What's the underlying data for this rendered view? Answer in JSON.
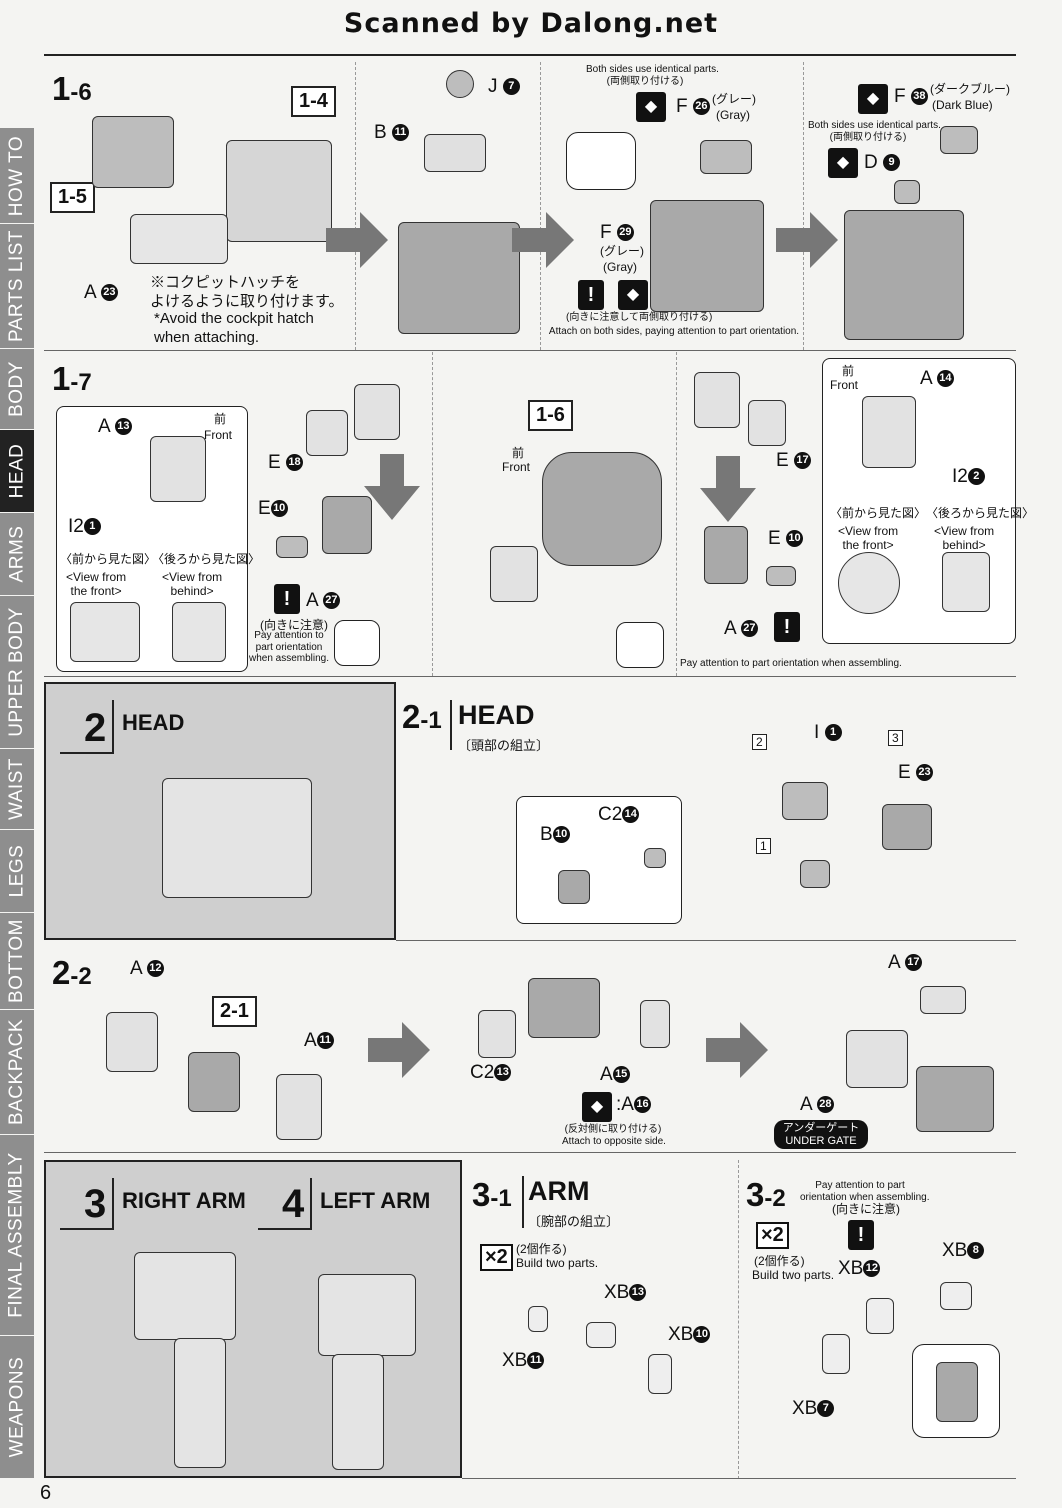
{
  "watermark": "Scanned by Dalong.net",
  "page_number": "6",
  "sidebar": [
    "HOW TO",
    "PARTS LIST",
    "BODY",
    "HEAD",
    "ARMS",
    "UPPER BODY",
    "WAIST",
    "LEGS",
    "BOTTOM",
    "BACKPACK",
    "FINAL ASSEMBLY",
    "WEAPONS"
  ],
  "step_1_6": {
    "step": "1",
    "sub": "-6",
    "ref_a": "1-4",
    "ref_b": "1-5",
    "part_a23": "A",
    "n_a23": "23",
    "note_jp": "※コクピットハッチを\nよけるように取り付けます。",
    "note_en": "*Avoid the cockpit hatch\nwhen attaching.",
    "part_j7": "J",
    "n_j7": "7",
    "part_b11": "B",
    "n_b11": "11",
    "both_en": "Both sides use identical parts.",
    "both_jp": "(両側取り付ける)",
    "part_f26": "F",
    "n_f26": "26",
    "gray_jp": "(グレー)",
    "gray_en": "(Gray)",
    "part_f29": "F",
    "n_f29": "29",
    "attach_note": "Attach on both sides, paying attention to part orientation.",
    "attach_jp": "(向きに注意して両側取り付ける)",
    "part_f38": "F",
    "n_f38": "38",
    "blue_jp": "(ダークブルー)",
    "blue_en": "(Dark Blue)",
    "part_d9": "D",
    "n_d9": "9"
  },
  "step_1_7": {
    "step": "1",
    "sub": "-7",
    "front_jp": "前",
    "front_en": "Front",
    "part_a13": "A",
    "n_a13": "13",
    "part_i2_1": "I2",
    "n_i2_1": "1",
    "view_front_jp": "〈前から見た図〉",
    "view_front_en": "<View from\nthe front>",
    "view_behind_jp": "〈後ろから見た図〉",
    "view_behind_en": "<View from\nbehind>",
    "part_e18": "E",
    "n_e18": "18",
    "part_e10": "E",
    "n_e10": "10",
    "part_a27": "A",
    "n_a27": "27",
    "orient_jp": "(向きに注意)",
    "orient_en": "Pay attention to\npart orientation\nwhen assembling.",
    "ref_16": "1-6",
    "part_e17": "E",
    "n_e17": "17",
    "part_a14": "A",
    "n_a14": "14",
    "part_i2_2": "I2",
    "n_i2_2": "2",
    "orient_long": "Pay attention to part orientation when assembling."
  },
  "step_2": {
    "step": "2",
    "title": "HEAD"
  },
  "step_2_1": {
    "step": "2",
    "sub": "-1",
    "title": "HEAD",
    "title_jp": "〔頭部の組立〕",
    "part_i1": "I",
    "n_i1": "1",
    "seq1": "1",
    "seq2": "2",
    "seq3": "3",
    "part_e23": "E",
    "n_e23": "23",
    "part_c2_14": "C2",
    "n_c2_14": "14",
    "part_b10": "B",
    "n_b10": "10"
  },
  "step_2_2": {
    "step": "2",
    "sub": "-2",
    "part_a12": "A",
    "n_a12": "12",
    "ref_21": "2-1",
    "part_a11": "A",
    "n_a11": "11",
    "part_c2_13": "C2",
    "n_c2_13": "13",
    "part_a15": "A",
    "n_a15": "15",
    "part_a16": ":A",
    "n_a16": "16",
    "opp_jp": "(反対側に取り付ける)",
    "opp_en": "Attach to opposite side.",
    "part_a17": "A",
    "n_a17": "17",
    "part_a28": "A",
    "n_a28": "28",
    "under_jp": "アンダーゲート",
    "under_en": "UNDER GATE"
  },
  "step_3": {
    "step": "3",
    "title": "RIGHT ARM"
  },
  "step_4": {
    "step": "4",
    "title": "LEFT ARM"
  },
  "step_3_1": {
    "step": "3",
    "sub": "-1",
    "title": "ARM",
    "title_jp": "〔腕部の組立〕",
    "x2": "×2",
    "build_jp": "(2個作る)",
    "build_en": "Build two parts.",
    "part_xb13": "XB",
    "n_xb13": "13",
    "part_xb11": "XB",
    "n_xb11": "11",
    "part_xb10": "XB",
    "n_xb10": "10"
  },
  "step_3_2": {
    "step": "3",
    "sub": "-2",
    "orient_en": "Pay attention to part\norientation when assembling.",
    "orient_jp": "(向きに注意)",
    "x2": "×2",
    "build_jp": "(2個作る)",
    "build_en": "Build two parts.",
    "part_xb12": "XB",
    "n_xb12": "12",
    "part_xb8": "XB",
    "n_xb8": "8",
    "part_xb7": "XB",
    "n_xb7": "7"
  }
}
